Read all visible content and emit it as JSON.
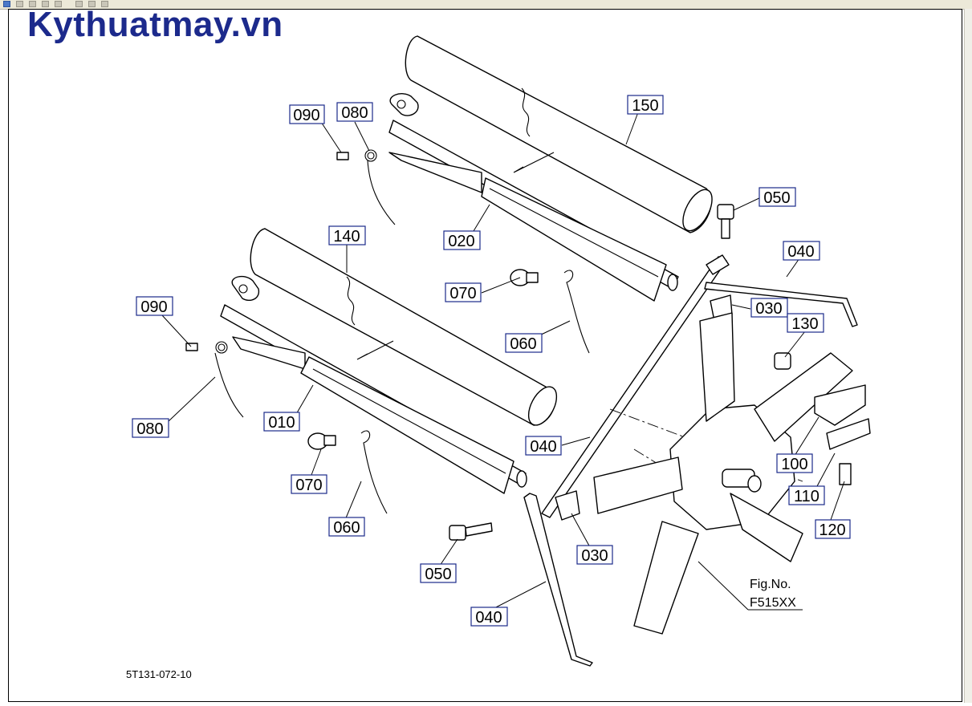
{
  "header": {
    "brand": "Kythuatmay.vn"
  },
  "callouts": {
    "c090_top": "090",
    "c080_top": "080",
    "c150": "150",
    "c050_top": "050",
    "c020": "020",
    "c040_top": "040",
    "c070_top": "070",
    "c030_top": "030",
    "c140": "140",
    "c130": "130",
    "c090_left": "090",
    "c060_top": "060",
    "c080_bot": "080",
    "c010": "010",
    "c040_mid": "040",
    "c100": "100",
    "c070_bot": "070",
    "c110": "110",
    "c120": "120",
    "c060_bot": "060",
    "c030_bot": "030",
    "c050_bot": "050",
    "c040_bot": "040"
  },
  "figure": {
    "label": "Fig.No.",
    "number": "F515XX"
  },
  "drawing_number": "5T131-072-10"
}
